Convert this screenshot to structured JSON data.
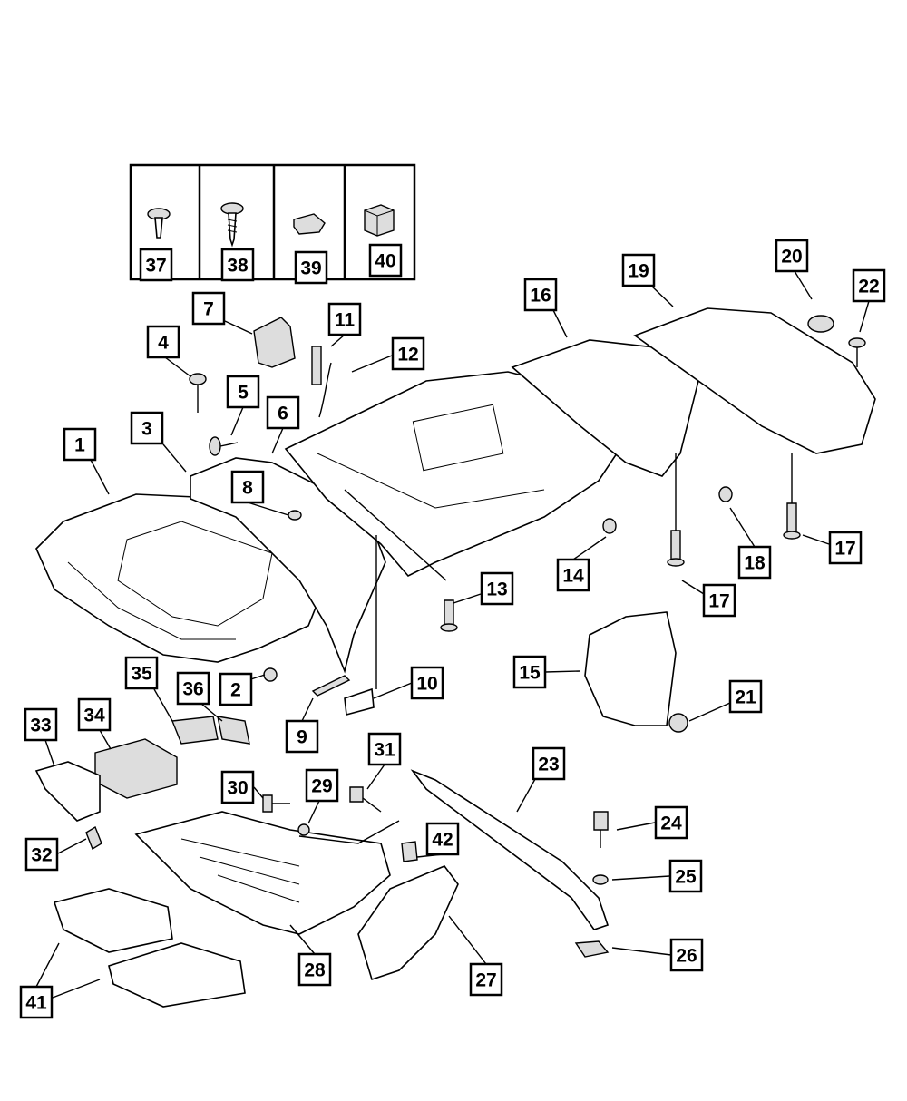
{
  "diagram": {
    "type": "exploded parts diagram",
    "inset_callouts": [
      "37",
      "38",
      "39",
      "40"
    ],
    "callouts": [
      "1",
      "2",
      "3",
      "4",
      "5",
      "6",
      "7",
      "8",
      "9",
      "10",
      "11",
      "12",
      "13",
      "14",
      "15",
      "16",
      "17",
      "17",
      "18",
      "19",
      "20",
      "21",
      "22",
      "23",
      "24",
      "25",
      "26",
      "27",
      "28",
      "29",
      "30",
      "31",
      "32",
      "33",
      "34",
      "35",
      "36",
      "41",
      "42"
    ]
  }
}
